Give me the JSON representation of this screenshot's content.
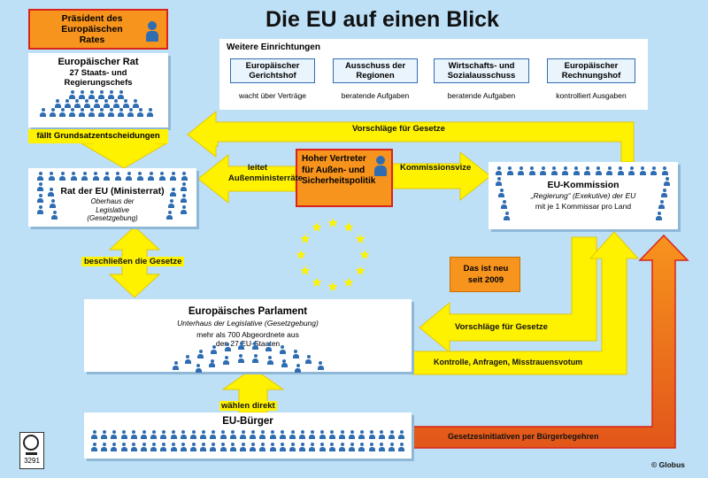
{
  "title": "Die EU auf einen Blick",
  "praesident": {
    "label": "Präsident des Europäischen Rates"
  },
  "europaeischer_rat": {
    "title": "Europäischer Rat",
    "subtitle": "27 Staats- und Regierungschefs",
    "action": "fällt Grundsatzentscheidungen"
  },
  "weitere": {
    "heading": "Weitere Einrichtungen",
    "items": [
      {
        "name": "Europäischer Gerichtshof",
        "desc": "wacht über Verträge"
      },
      {
        "name": "Ausschuss der Regionen",
        "desc": "beratende Aufgaben"
      },
      {
        "name": "Wirtschafts- und Sozialausschuss",
        "desc": "beratende Aufgaben"
      },
      {
        "name": "Europäischer Rechnungshof",
        "desc": "kontrolliert Ausgaben"
      }
    ]
  },
  "rat": {
    "title": "Rat der EU (Ministerrat)",
    "subtitle": "Oberhaus der Legislative (Gesetzgebung)"
  },
  "hoher": {
    "label": "Hoher Vertreter für Außen- und Sicherheitspolitik",
    "left_label": "leitet Außenministerräte",
    "right_label": "Kommissionsvize"
  },
  "kommission": {
    "title": "EU-Kommission",
    "subtitle": "„Regierung“ (Exekutive) der EU",
    "detail": "mit je 1 Kommissar pro Land"
  },
  "vorschlaege_top": "Vorschläge für Gesetze",
  "neu": "Das ist neu seit 2009",
  "beschliessen": "beschließen die Gesetze",
  "parlament": {
    "title": "Europäisches Parlament",
    "subtitle": "Unterhaus der Legislative (Gesetzgebung)",
    "detail": "mehr als 700 Abgeordnete aus den 27 EU-Staaten"
  },
  "vorschlaege_mid": "Vorschläge für Gesetze",
  "kontrolle": "Kontrolle, Anfragen, Misstrauensvotum",
  "waehlen": "wählen direkt",
  "buerger": {
    "title": "EU-Bürger"
  },
  "initiativen": "Gesetzesinitiativen per Bürgerbegehren",
  "badge": "3291",
  "credit": "© Globus",
  "colors": {
    "background": "#bde0f6",
    "person": "#2f6db3",
    "yellow": "#fff200",
    "orange": "#f7941d",
    "red": "#d9241b"
  }
}
